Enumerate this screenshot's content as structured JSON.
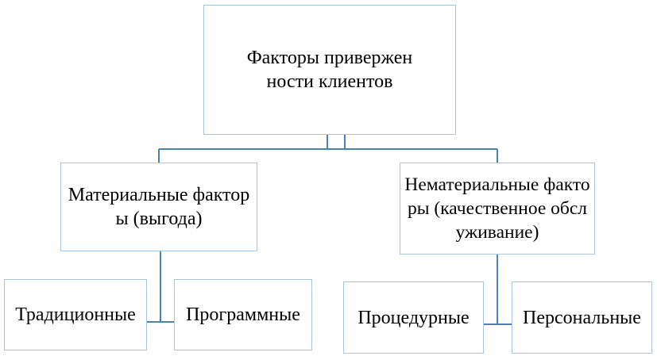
{
  "diagram": {
    "root": {
      "label": "Факторы приверженности клиентов"
    },
    "material": {
      "label": "Материальные факторы (выгода)"
    },
    "nonmaterial": {
      "label": "Нематериальные факторы (качественное обслуживание)"
    },
    "traditional": {
      "label": "Традиционные"
    },
    "program": {
      "label": "Программные"
    },
    "procedural": {
      "label": "Процедурные"
    },
    "personal": {
      "label": "Персональные"
    },
    "line_color": "#4a7fc0",
    "box_border_color": "#a9c4df"
  }
}
